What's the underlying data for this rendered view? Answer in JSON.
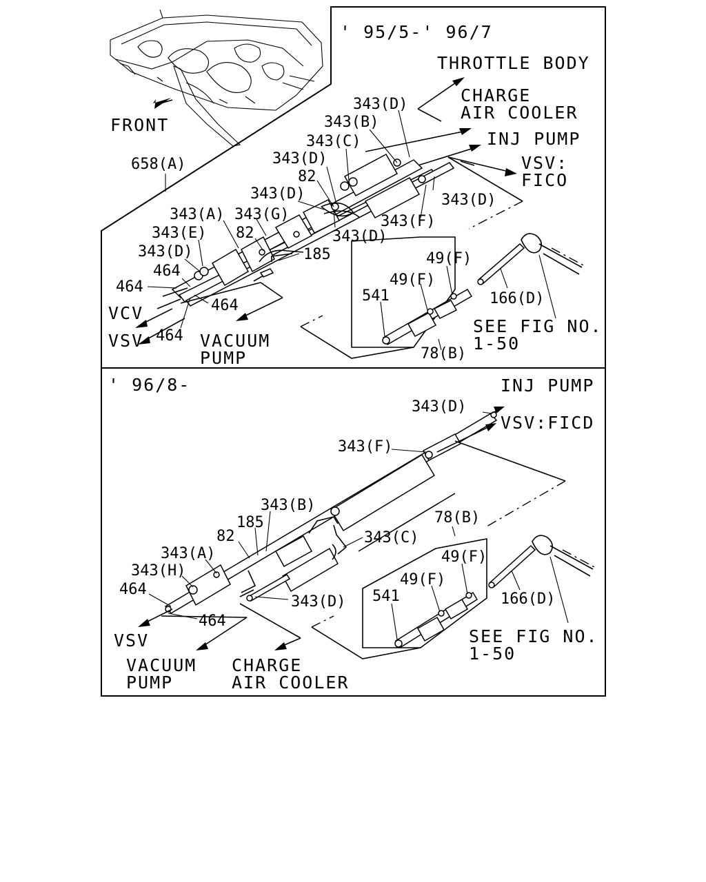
{
  "top_section": {
    "period": "' 95/5-' 96/7",
    "destinations": {
      "throttle_body": "THROTTLE BODY",
      "charge_air_cooler_1": "CHARGE",
      "charge_air_cooler_2": "AIR COOLER",
      "inj_pump": "INJ PUMP",
      "vsv_fico_1": "VSV:",
      "vsv_fico_2": "FICO",
      "vcv": "VCV",
      "vsv": "VSV",
      "vacuum_pump_1": "VACUUM",
      "vacuum_pump_2": "PUMP"
    },
    "front_label": "FRONT",
    "parts": {
      "p658a": "658(A)",
      "p343d_top": "343(D)",
      "p343b": "343(B)",
      "p343c": "343(C)",
      "p343d_2": "343(D)",
      "p82_upper": "82",
      "p343d_3": "343(D)",
      "p343d_right": "343(D)",
      "p343a": "343(A)",
      "p343g": "343(G)",
      "p343f": "343(F)",
      "p343e": "343(E)",
      "p82_lower": "82",
      "p343d_4": "343(D)",
      "p343d_left": "343(D)",
      "p185": "185",
      "p464_a": "464",
      "p464_b": "464",
      "p464_c": "464",
      "p464_d": "464",
      "p49f_a": "49(F)",
      "p49f_b": "49(F)",
      "p541": "541",
      "p78b": "78(B)",
      "p166d": "166(D)",
      "see_fig_1": "SEE FIG NO.",
      "see_fig_2": "1-50"
    }
  },
  "bottom_section": {
    "period": "' 96/8-",
    "destinations": {
      "inj_pump": "INJ PUMP",
      "vsv_ficd": "VSV:FICD",
      "vsv": "VSV",
      "vacuum_pump_1": "VACUUM",
      "vacuum_pump_2": "PUMP",
      "charge_air_cooler_1": "CHARGE",
      "charge_air_cooler_2": "AIR COOLER"
    },
    "parts": {
      "p343d_top": "343(D)",
      "p343f": "343(F)",
      "p343b": "343(B)",
      "p185": "185",
      "p82": "82",
      "p343a": "343(A)",
      "p343h": "343(H)",
      "p464_a": "464",
      "p464_b": "464",
      "p343c": "343(C)",
      "p343d_bottom": "343(D)",
      "p78b": "78(B)",
      "p49f_a": "49(F)",
      "p49f_b": "49(F)",
      "p541": "541",
      "p166d": "166(D)",
      "see_fig_1": "SEE FIG NO.",
      "see_fig_2": "1-50"
    }
  }
}
